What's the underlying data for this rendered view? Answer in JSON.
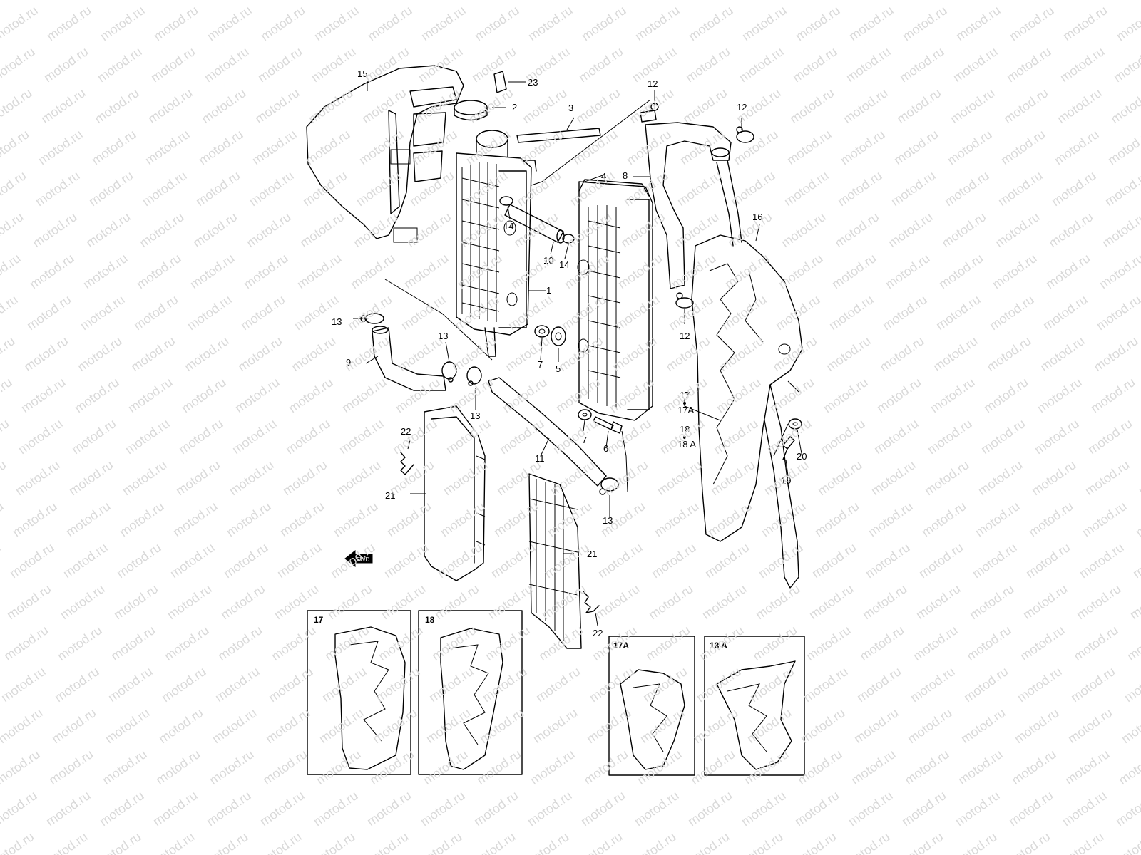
{
  "watermark": {
    "text": "motod.ru",
    "color": "#d9d9d9"
  },
  "diagram": {
    "parts": [
      {
        "ref": "1"
      },
      {
        "ref": "2"
      },
      {
        "ref": "3"
      },
      {
        "ref": "4"
      },
      {
        "ref": "5"
      },
      {
        "ref": "6"
      },
      {
        "ref": "7"
      },
      {
        "ref": "7"
      },
      {
        "ref": "8"
      },
      {
        "ref": "9"
      },
      {
        "ref": "10"
      },
      {
        "ref": "11"
      },
      {
        "ref": "12"
      },
      {
        "ref": "12"
      },
      {
        "ref": "12"
      },
      {
        "ref": "13"
      },
      {
        "ref": "13"
      },
      {
        "ref": "13"
      },
      {
        "ref": "13"
      },
      {
        "ref": "14"
      },
      {
        "ref": "14"
      },
      {
        "ref": "15"
      },
      {
        "ref": "16"
      },
      {
        "ref": "17"
      },
      {
        "ref": "17A"
      },
      {
        "ref": "18"
      },
      {
        "ref": "18 A"
      },
      {
        "ref": "19"
      },
      {
        "ref": "20"
      },
      {
        "ref": "21"
      },
      {
        "ref": "21"
      },
      {
        "ref": "22"
      },
      {
        "ref": "22"
      },
      {
        "ref": "23"
      }
    ],
    "fwd_label": "FWD",
    "insets": [
      {
        "label": "17"
      },
      {
        "label": "18"
      },
      {
        "label": "17A"
      },
      {
        "label": "18 A"
      }
    ]
  }
}
